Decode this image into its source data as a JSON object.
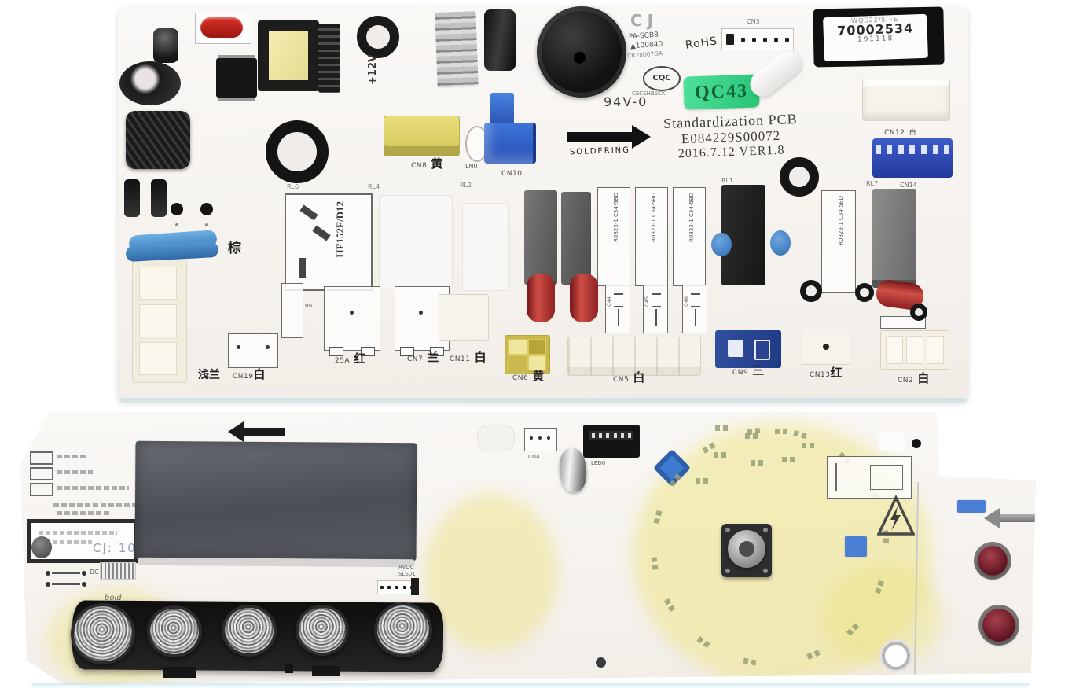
{
  "top": {
    "texts": {
      "cj": "CJ",
      "pa_line": "PA-SCB8",
      "tri_line": "▲100840",
      "serial_small": "CR28007GA",
      "rohs": "RoHS",
      "cqc": "CQC",
      "cqc_sub": "CECEHBSCK",
      "flammability": "94V-0",
      "soldering": "SOLDERING",
      "std_title": "Standardization PCB",
      "std_part": "E084229S00072",
      "std_ver": "2016.7.12  VER1.8",
      "rail": "+12V",
      "relay_model": "HF152F/D12",
      "relay_print": "R0323-1 C34-5BD",
      "qc_sticker": "QC43",
      "label_line1": "WQS22/5-FE",
      "label_line2": "70002534",
      "label_line3": "191118"
    },
    "refs": {
      "rl6": "RL6",
      "rl4": "RL4",
      "rl2": "RL2",
      "rl1": "RL1",
      "rl7": "RL7",
      "ln0": "LN0",
      "cn3": "CN3",
      "cn10": "CN10",
      "cn14": "CN14",
      "c44": "C44",
      "c45": "C45",
      "c46": "C46",
      "r6": "R6"
    },
    "connectors": {
      "cn8": {
        "ref": "CN8",
        "wire": "黄"
      },
      "cn19": {
        "ref": "CN19",
        "wire": "白"
      },
      "light_blue": "浅兰",
      "brown": "棕",
      "relay_a": {
        "ref": "25A",
        "wire": "红"
      },
      "cn7": {
        "ref": "CN7",
        "wire": "兰"
      },
      "cn11": {
        "ref": "CN11",
        "wire": "白"
      },
      "cn6": {
        "ref": "CN6",
        "wire": "黄"
      },
      "cn5": {
        "ref": "CN5",
        "wire": "白"
      },
      "cn9": {
        "ref": "CN9",
        "wire": "三"
      },
      "cn13": {
        "ref": "CN13",
        "wire": "红"
      },
      "cn2": {
        "ref": "CN2",
        "wire": "白"
      },
      "cn12": {
        "ref": "CN12",
        "wire": "白"
      }
    }
  },
  "bottom": {
    "texts": {
      "cj": "CJ: 10",
      "bold": "bold",
      "hdr1": "AVDC",
      "hdr2": "SLS01",
      "led0": "LED0",
      "cn4": "CN4",
      "dc": "DC"
    }
  },
  "colors": {
    "qc_green": "#2fd07c",
    "pcb": "#f6f4f1",
    "wire_blue": "#2f66cf",
    "connector_yellow": "#e0d56a",
    "cap_red": "#a5262a"
  }
}
